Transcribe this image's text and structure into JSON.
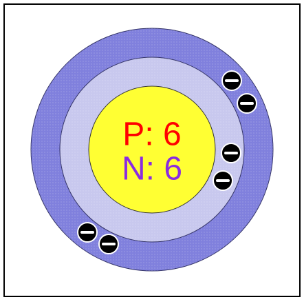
{
  "atom": {
    "nucleus": {
      "protons_label": "P: 6",
      "neutrons_label": "N: 6",
      "protons_color": "#ff0000",
      "neutrons_color": "#8a2be2",
      "fill_color": "#ffff33"
    },
    "shells": [
      {
        "name": "inner-shell",
        "electrons": 2,
        "color": "#c8c8ee"
      },
      {
        "name": "outer-shell",
        "electrons": 4,
        "color": "#8080dd"
      }
    ],
    "electron_color": "#000000",
    "electron_symbol": "minus"
  }
}
